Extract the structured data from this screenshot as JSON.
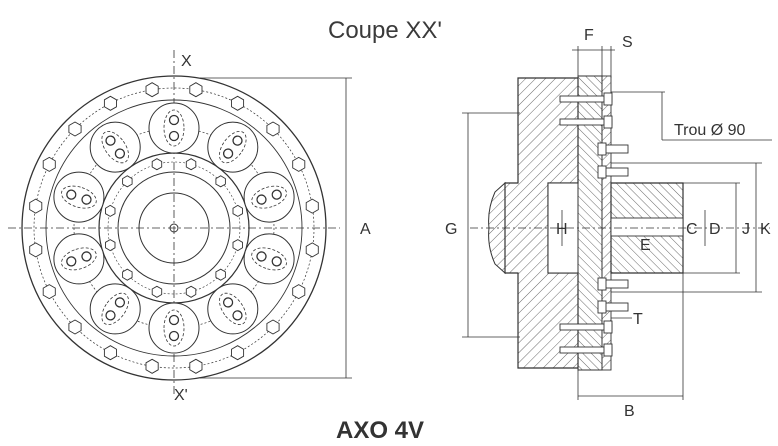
{
  "section_title": "Coupe XX'",
  "product_name": "AXO 4V",
  "front_view": {
    "axis_top": "X",
    "axis_bottom": "X'",
    "dim_outer": "A"
  },
  "side_view": {
    "dims": {
      "F": "F",
      "S": "S",
      "G": "G",
      "H": "H",
      "C": "C",
      "D": "D",
      "E": "E",
      "J": "J",
      "K": "K",
      "T": "T",
      "B": "B"
    },
    "hole_note": "Trou Ø 90"
  },
  "colors": {
    "line": "#333333",
    "text": "#333333"
  }
}
